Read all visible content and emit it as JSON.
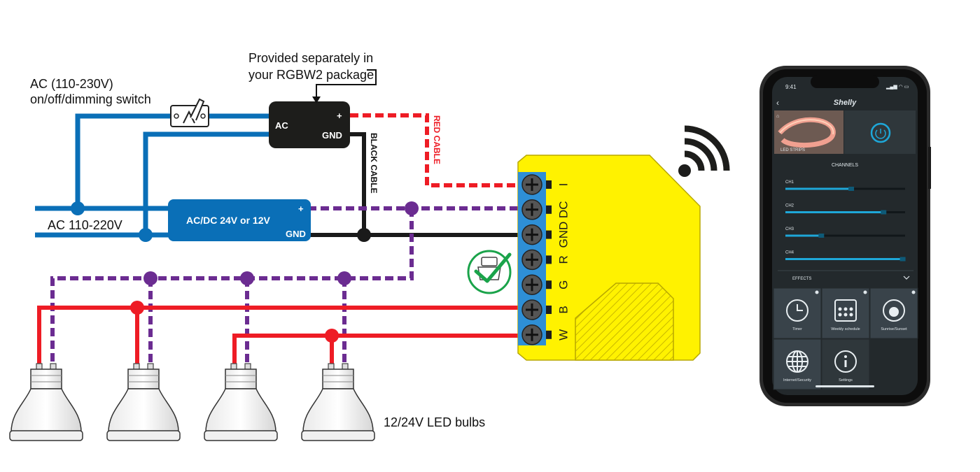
{
  "labels": {
    "provided_line1": "Provided separately in",
    "provided_line2": "your RGBW2 package",
    "switch_line1": "AC (110-230V)",
    "switch_line2": "on/off/dimming switch",
    "ac_mains": "AC 110-220V",
    "red_cable": "RED CABLE",
    "black_cable": "BLACK CABLE",
    "led_bulbs": "12/24V LED bulbs"
  },
  "adapter": {
    "ac": "AC",
    "plus": "+",
    "gnd": "GND"
  },
  "psu": {
    "title": "AC/DC 24V or 12V",
    "plus": "+",
    "gnd": "GND"
  },
  "device": {
    "terminals": [
      "I",
      "DC",
      "GND",
      "R",
      "G",
      "B",
      "W"
    ]
  },
  "phone": {
    "time": "9:41",
    "brand": "Shelly",
    "tile_label": "LED STRIPS",
    "channels_title": "CHANNELS",
    "channels": [
      {
        "label": "CH1",
        "level": 0.55
      },
      {
        "label": "CH2",
        "level": 0.82
      },
      {
        "label": "CH3",
        "level": 0.3
      },
      {
        "label": "CH4",
        "level": 0.98
      }
    ],
    "effects": "EFFECTS",
    "tiles": [
      {
        "label": "Timer",
        "icon": "clock-icon"
      },
      {
        "label": "Weekly schedule",
        "icon": "calendar-icon"
      },
      {
        "label": "Sunrise/Sunset",
        "icon": "sunrise-icon"
      },
      {
        "label": "Internet/Security",
        "icon": "globe-icon"
      },
      {
        "label": "Settings",
        "icon": "info-icon"
      }
    ]
  },
  "colors": {
    "blue_wire": "#0a6fb7",
    "red_wire": "#ee1c25",
    "purple_wire": "#6b2c91",
    "black_wire": "#1a1a1a",
    "device_yellow": "#fff200",
    "terminal_blue": "#2e8fd6",
    "phone_accent": "#1ea7d8"
  }
}
